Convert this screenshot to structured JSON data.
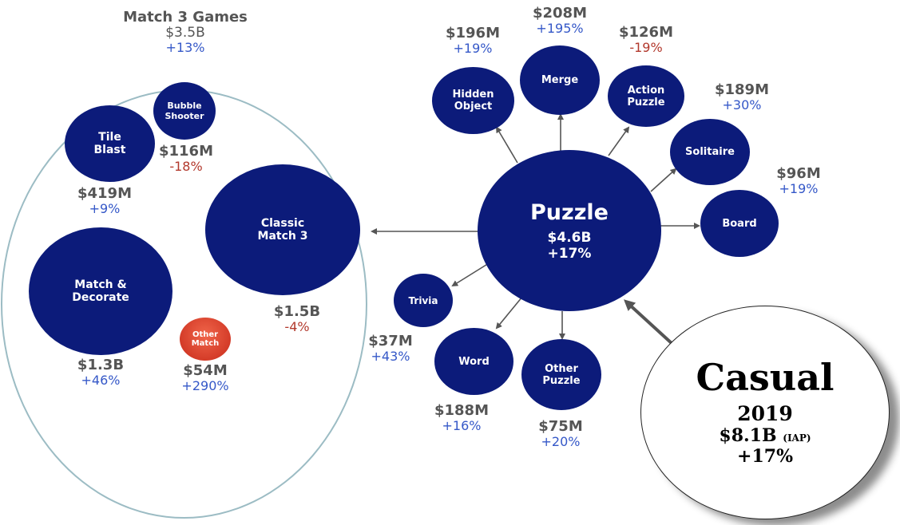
{
  "center": {
    "title": "Puzzle",
    "value": "$4.6B",
    "change": "+17%"
  },
  "casual": {
    "title": "Casual",
    "year": "2019",
    "value": "$8.1B",
    "note": "(IAP)",
    "change": "+17%"
  },
  "match3": {
    "title": "Match 3 Games",
    "value": "$3.5B",
    "change": "+13%"
  },
  "categories": {
    "hidden_object": {
      "name": "Hidden Object",
      "value": "$196M",
      "change": "+19%"
    },
    "merge": {
      "name": "Merge",
      "value": "$208M",
      "change": "+195%"
    },
    "action_puzzle": {
      "name": "Action Puzzle",
      "value": "$126M",
      "change": "-19%"
    },
    "solitaire": {
      "name": "Solitaire",
      "value": "$189M",
      "change": "+30%"
    },
    "board": {
      "name": "Board",
      "value": "$96M",
      "change": "+19%"
    },
    "trivia": {
      "name": "Trivia",
      "value": "$37M",
      "change": "+43%"
    },
    "word": {
      "name": "Word",
      "value": "$188M",
      "change": "+16%"
    },
    "other_puzzle": {
      "name": "Other Puzzle",
      "value": "$75M",
      "change": "+20%"
    }
  },
  "subgenres": {
    "tile_blast": {
      "name": "Tile Blast",
      "value": "$419M",
      "change": "+9%"
    },
    "bubble_shooter": {
      "name": "Bubble Shooter",
      "value": "$116M",
      "change": "-18%"
    },
    "classic_match3": {
      "name": "Classic Match 3",
      "value": "$1.5B",
      "change": "-4%"
    },
    "match_decorate": {
      "name": "Match & Decorate",
      "value": "$1.3B",
      "change": "+46%"
    },
    "other_match": {
      "name": "Other Match",
      "value": "$54M",
      "change": "+290%"
    }
  },
  "colors": {
    "bubble": "#0c1b7a",
    "positive": "#3558c8",
    "negative": "#b2382c",
    "highlight": "#e0462f"
  }
}
